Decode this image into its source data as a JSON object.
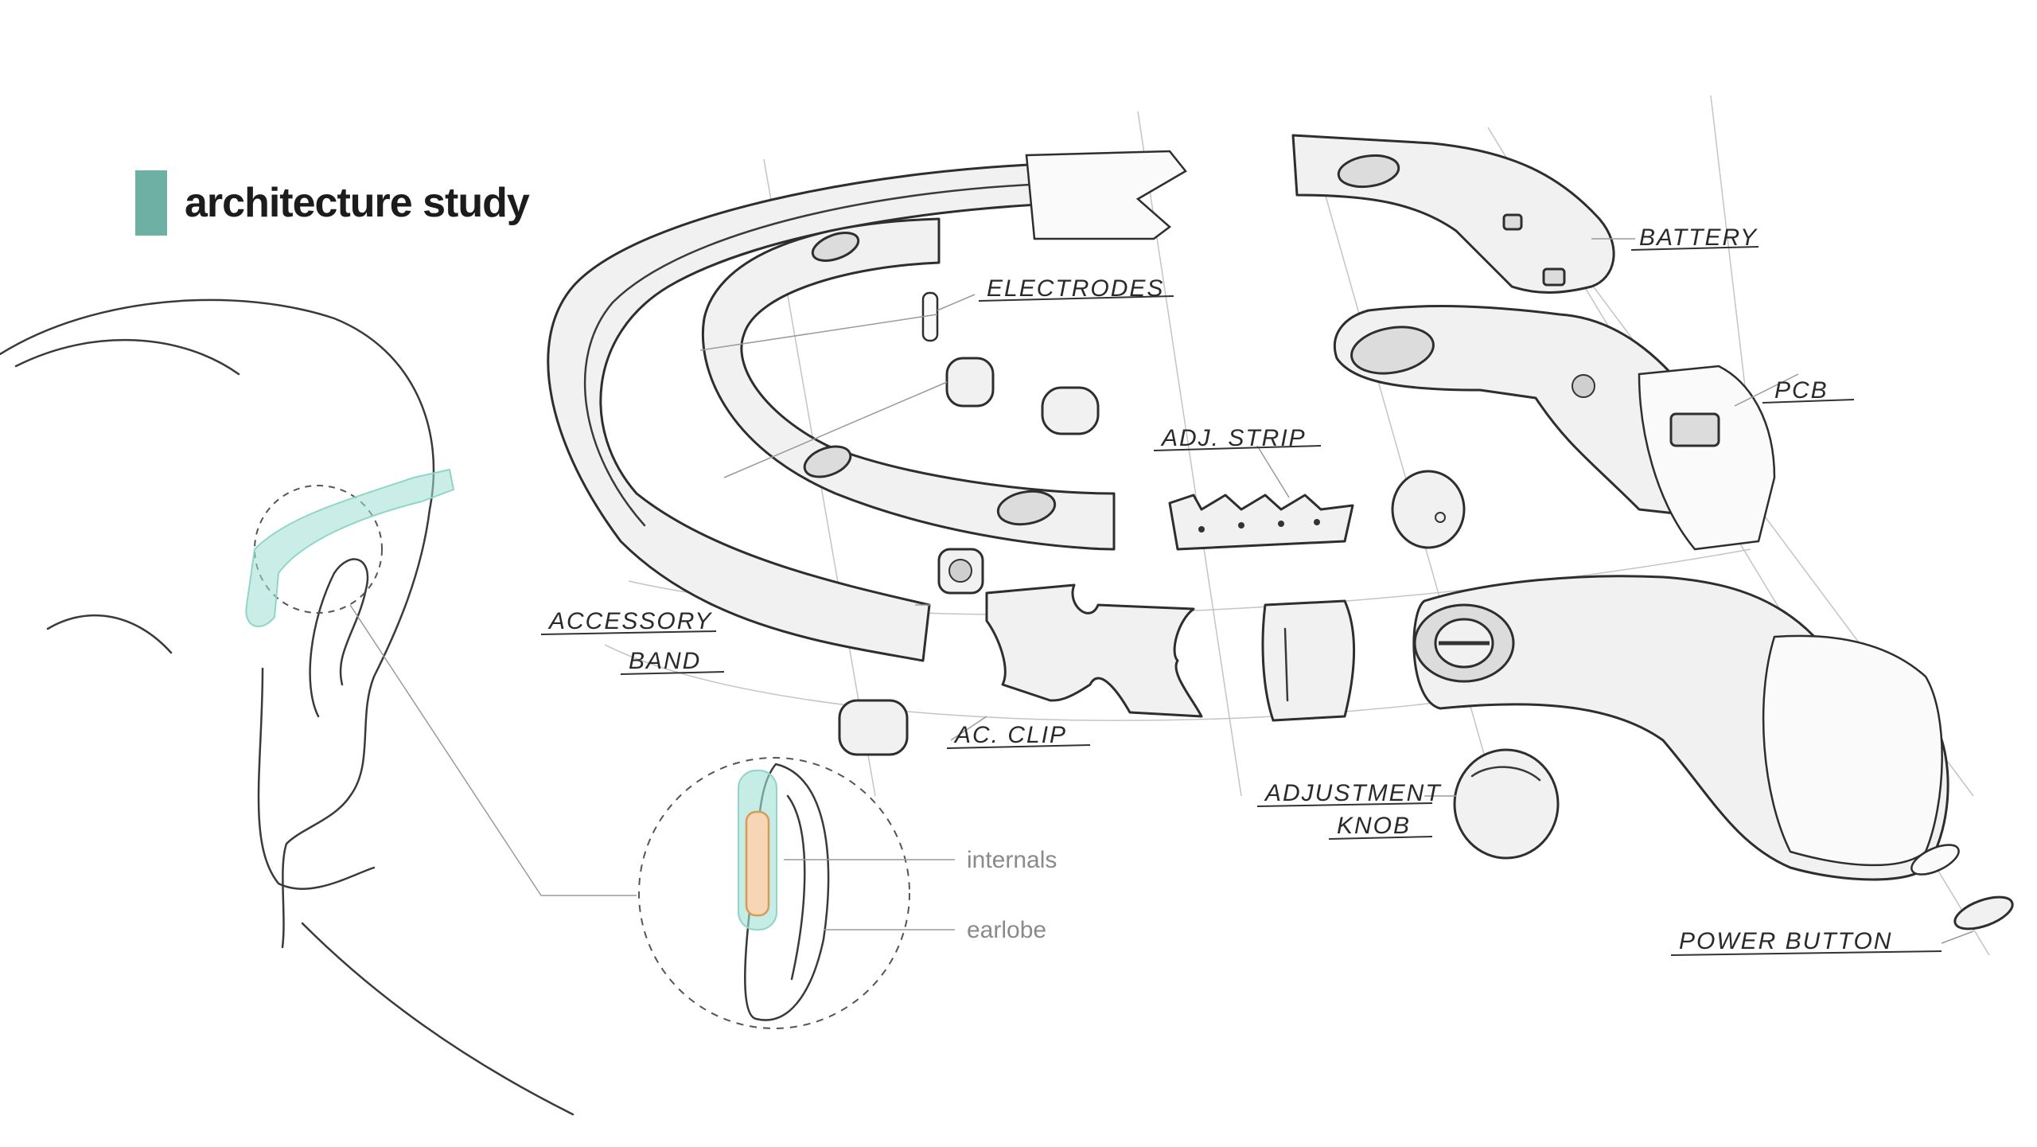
{
  "title": "architecture study",
  "accent_color": "#6fb0a4",
  "highlight_color": "#9ee0d4",
  "internals_color": "#f6d6b4",
  "callouts": {
    "internals": "internals",
    "earlobe": "earlobe"
  },
  "part_labels": {
    "electrodes": "ELECTRODES",
    "battery": "BATTERY",
    "pcb": "PCB",
    "adj_strip": "ADJ. STRIP",
    "accessory_band_line1": "ACCESSORY",
    "accessory_band_line2": "BAND",
    "ac_clip": "AC. CLIP",
    "adjustment_knob_line1": "ADJUSTMENT",
    "adjustment_knob_line2": "KNOB",
    "power_button": "POWER BUTTON"
  }
}
